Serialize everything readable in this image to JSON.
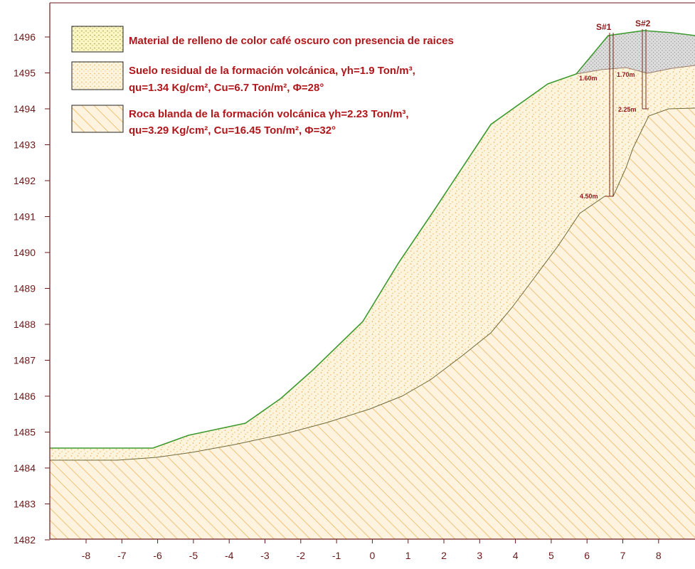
{
  "axes": {
    "x_ticks": [
      "-8",
      "-7",
      "-6",
      "-5",
      "-4",
      "-3",
      "-2",
      "-1",
      "0",
      "1",
      "2",
      "3",
      "4",
      "5",
      "6",
      "7",
      "8"
    ],
    "y_ticks": [
      "1496",
      "1495",
      "1494",
      "1493",
      "1492",
      "1491",
      "1490",
      "1489",
      "1488",
      "1487",
      "1486",
      "1485",
      "1484",
      "1483",
      "1482"
    ]
  },
  "legend": {
    "fill": {
      "line1": "Material de relleno de color café oscuro con presencia de raices"
    },
    "residual_soil": {
      "line1": "Suelo residual de la formación volcánica, γh=1.9 Ton/m³,",
      "line2": "qu=1.34 Kg/cm², Cu=6.7 Ton/m², Φ=28°"
    },
    "soft_rock": {
      "line1": "Roca blanda de la formación volcánica γh=2.23 Ton/m³,",
      "line2": "qu=3.29 Kg/cm², Cu=16.45 Ton/m², Φ=32°"
    }
  },
  "boreholes": {
    "s1": {
      "name": "S#1",
      "depth_top": "1.60m",
      "depth_bottom": "4.50m"
    },
    "s2": {
      "name": "S#2",
      "depth_top": "1.70m",
      "depth_bottom": "2.25m"
    }
  },
  "colors": {
    "axis": "#6b1a1a",
    "label_text": "#b0161a",
    "ground_line": "#3c9a2e",
    "residual_fill": "#fdf3dc",
    "rock_fill": "#fbeed3",
    "rock_hatch": "#f2c97a",
    "fill_material": "#d8d8d8"
  }
}
